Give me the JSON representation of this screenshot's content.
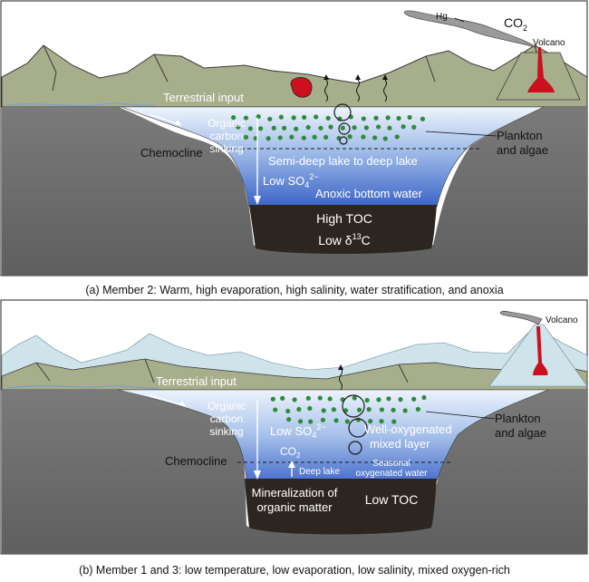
{
  "colors": {
    "mountain": "#a7ae8c",
    "mountain_stroke": "#3a3a3a",
    "ground": "#6b6b6b",
    "ground_light": "#8a8a8a",
    "lake_top": "#e8f0fb",
    "lake_bottom": "#3f67c8",
    "sediment": "#2d2620",
    "plankton": "#2e8b3a",
    "volcano_lava": "#cc1020",
    "volcano_smoke": "#9a9a9a",
    "snow": "#cfe3ea"
  },
  "panel_a": {
    "smoke_label": "Hg",
    "co2_main": "CO",
    "co2_sub": "2",
    "volcano": "Volcano",
    "terrestrial_input": "Terrestrial input",
    "organic_carbon_1": "Organic",
    "organic_carbon_2": "carbon",
    "organic_carbon_3": "sinking",
    "chemocline": "Chemocline",
    "plankton_1": "Plankton",
    "plankton_2": "and algae",
    "lake_type": "Semi-deep lake to deep lake",
    "so4_main": "Low SO",
    "so4_sub": "4",
    "so4_sup": "2−",
    "anoxic": "Anoxic bottom water",
    "high_toc": "High TOC",
    "low_delta_main": "Low δ",
    "low_delta_sup": "13",
    "low_delta_end": "C",
    "caption": "(a) Member 2: Warm, high evaporation, high salinity, water stratification, and anoxia"
  },
  "panel_b": {
    "volcano": "Volcano",
    "terrestrial_input": "Terrestrial input",
    "organic_carbon_1": "Organic",
    "organic_carbon_2": "carbon",
    "organic_carbon_3": "sinking",
    "so4_main": "Low SO",
    "so4_sub": "4",
    "so4_sup": "2−",
    "oxygenated_1": "Well-oxygenated",
    "oxygenated_2": "mixed layer",
    "plankton_1": "Plankton",
    "plankton_2": "and algae",
    "chemocline": "Chemocline",
    "co2_main": "CO",
    "co2_sub": "2",
    "deep_lake": "Deep lake",
    "seasonal_1": "Seasonal",
    "seasonal_2": "oxygenated water",
    "mineral_1": "Mineralization of",
    "mineral_2": "organic matter",
    "low_toc": "Low TOC",
    "caption": "(b) Member 1 and 3: low temperature, low evaporation, low salinity, mixed oxygen-rich"
  }
}
